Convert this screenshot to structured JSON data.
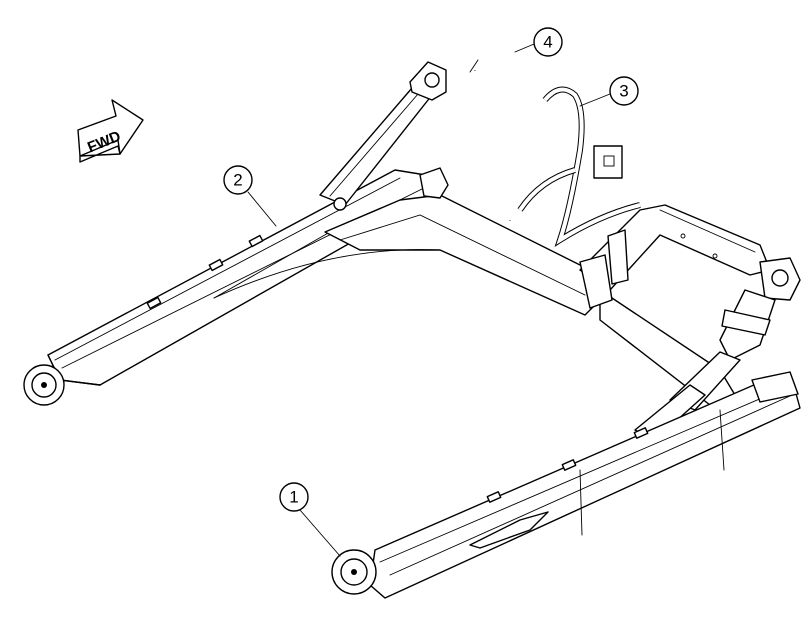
{
  "direction_label": "FWD",
  "callouts": [
    {
      "id": "callout-1",
      "number": "1"
    },
    {
      "id": "callout-2",
      "number": "2"
    },
    {
      "id": "callout-3",
      "number": "3"
    },
    {
      "id": "callout-4",
      "number": "4"
    }
  ],
  "colors": {
    "line": "#000000",
    "background": "#ffffff"
  }
}
